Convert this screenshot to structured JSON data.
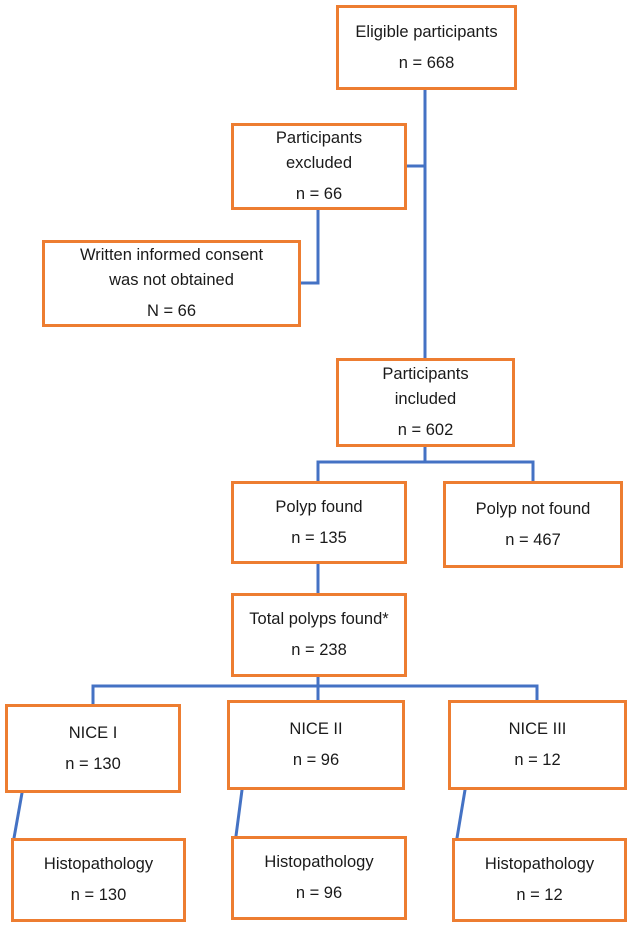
{
  "boxes": {
    "eligible": {
      "label": "Eligible participants",
      "count": "n = 668"
    },
    "excluded": {
      "label_line1": "Participants",
      "label_line2": "excluded",
      "count": "n = 66"
    },
    "consent": {
      "label_line1": "Written informed consent",
      "label_line2": "was not obtained",
      "count": "N = 66"
    },
    "included": {
      "label_line1": "Participants",
      "label_line2": "included",
      "count": "n = 602"
    },
    "polyp_found": {
      "label": "Polyp found",
      "count": "n = 135"
    },
    "polyp_not_found": {
      "label": "Polyp not found",
      "count": "n = 467"
    },
    "total_polyps": {
      "label": "Total polyps found*",
      "count": "n = 238"
    },
    "nice1": {
      "label": "NICE I",
      "count": "n = 130"
    },
    "nice2": {
      "label": "NICE II",
      "count": "n = 96"
    },
    "nice3": {
      "label": "NICE III",
      "count": "n = 12"
    },
    "histo1": {
      "label": "Histopathology",
      "count": "n = 130"
    },
    "histo2": {
      "label": "Histopathology",
      "count": "n = 96"
    },
    "histo3": {
      "label": "Histopathology",
      "count": "n = 12"
    }
  },
  "colors": {
    "box_border": "#ED7D31",
    "connector": "#4472C4"
  }
}
